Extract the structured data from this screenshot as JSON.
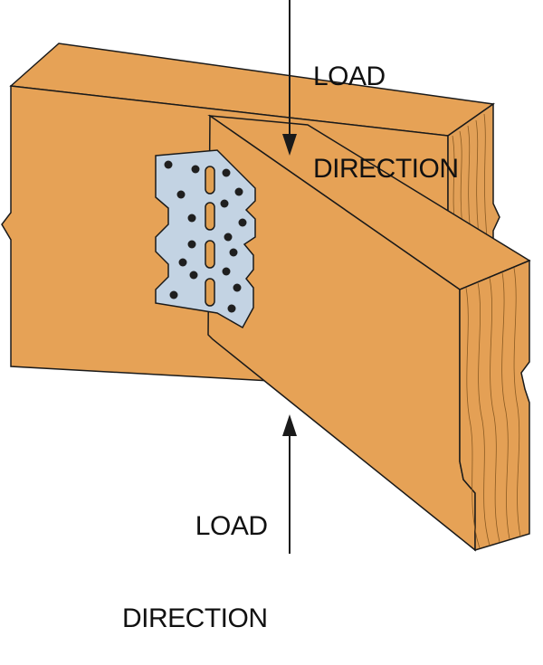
{
  "labels": {
    "top": {
      "line1": "LOAD",
      "line2": "DIRECTION"
    },
    "bottom": {
      "line1": "LOAD",
      "line2": "DIRECTION"
    }
  },
  "colors": {
    "wood_face": "#E6A256",
    "wood_end": "#E4A055",
    "outline": "#1a1a1a",
    "plate": "#C3D3E3",
    "plate_holes": "#1f1f1f",
    "slots": "#E1A052"
  }
}
